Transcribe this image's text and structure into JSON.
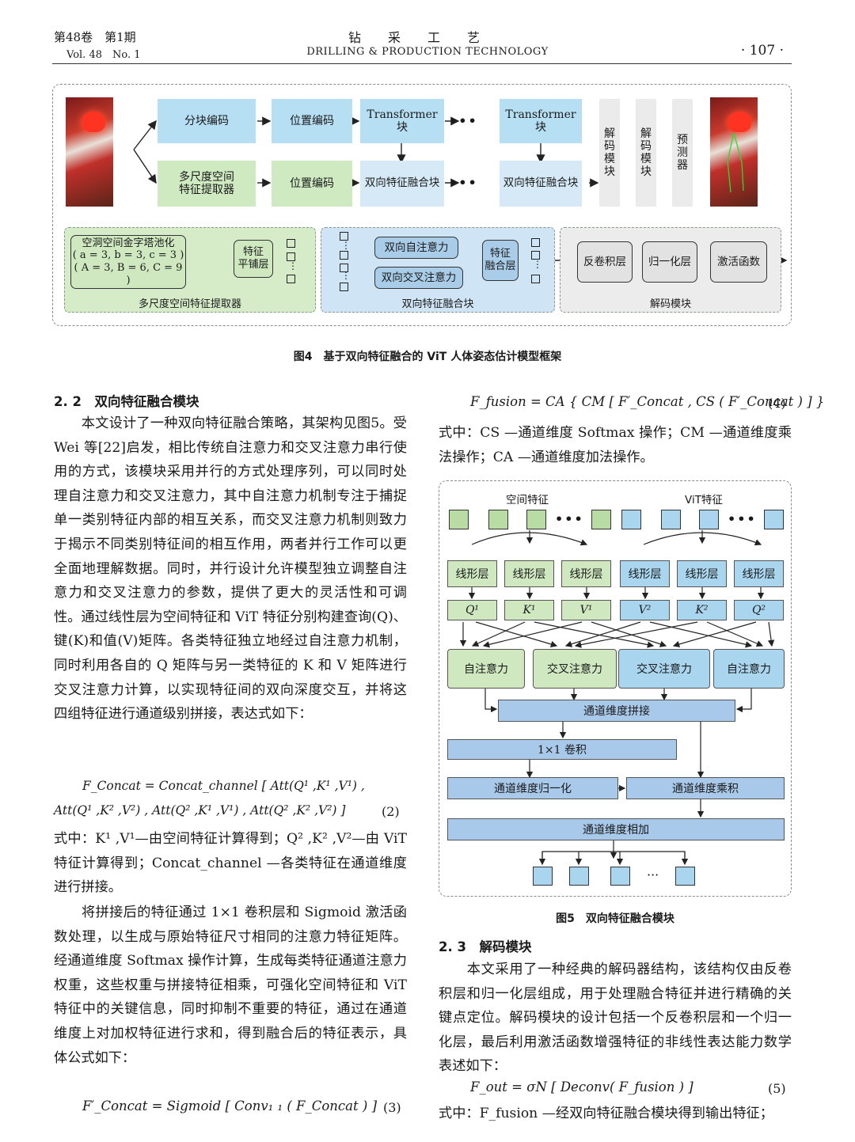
{
  "header": {
    "vol_cn": "第48卷　第1期",
    "vol_en": "Vol. 48　No. 1",
    "journal_cn": "钻采工艺",
    "journal_en": "DRILLING & PRODUCTION TECHNOLOGY",
    "page": "· 107 ·"
  },
  "fig4": {
    "top_row": [
      "分块编码",
      "位置编码",
      "Transformer 块",
      "Transformer 块"
    ],
    "bottom_row": [
      "多尺度空间\n特征提取器",
      "位置编码",
      "双向特征融合块",
      "双向特征融合块"
    ],
    "decoders": [
      "解\n码\n模\n块",
      "解\n码\n模\n块",
      "预\n测\n器"
    ],
    "dots": "•••",
    "panel1_box": "空洞空间金字塔池化\n( a = 3, b = 3, c = 3 )\n( A = 3, B = 6, C = 9 )",
    "panel1_flat": "特征\n平铺层",
    "panel1_label": "多尺度空间特征提取器",
    "panel2_self": "双向自注意力",
    "panel2_cross": "双向交叉注意力",
    "panel2_flat": "特征\n融合层",
    "panel2_label": "双向特征融合块",
    "panel3_boxes": [
      "反卷积层",
      "归一化层",
      "激活函数"
    ],
    "panel3_label": "解码模块",
    "caption": "图4　基于双向特征融合的 ViT 人体姿态估计模型框架"
  },
  "left": {
    "sec22": "2. 2　双向特征融合模块",
    "p1": "　　本文设计了一种双向特征融合策略，其架构见图5。受 Wei 等[22]启发，相比传统自注意力和交叉注意力串行使用的方式，该模块采用并行的方式处理序列，可以同时处理自注意力和交叉注意力，其中自注意力机制专注于捕捉单一类别特征内部的相互关系，而交叉注意力机制则致力于揭示不同类别特征间的相互作用，两者并行工作可以更全面地理解数据。同时，并行设计允许模型独立调整自注意力和交叉注意力的参数，提供了更大的灵活性和可调性。通过线性层为空间特征和 ViT 特征分别构建查询(Q)、键(K)和值(V)矩阵。各类特征独立地经过自注意力机制，同时利用各自的 Q 矩阵与另一类特征的 K 和 V 矩阵进行交叉注意力计算，以实现特征间的双向深度交互，并将这四组特征进行通道级别拼接，表达式如下：",
    "eq2_line1": "F_Concat = Concat_channel [ Att(Q¹ ,K¹ ,V¹) ,",
    "eq2_line2": "Att(Q¹ ,K² ,V²) , Att(Q² ,K¹ ,V¹) , Att(Q² ,K² ,V²) ]",
    "eq2_num": "(2)",
    "p2": "式中：K¹ ,V¹—由空间特征计算得到；Q² ,K² ,V²—由 ViT 特征计算得到；Concat_channel —各类特征在通道维度进行拼接。",
    "p3": "　　将拼接后的特征通过 1×1 卷积层和 Sigmoid 激活函数处理，以生成与原始特征尺寸相同的注意力特征矩阵。经通道维度 Softmax 操作计算，生成每类特征通道注意力权重，这些权重与拼接特征相乘，可强化空间特征和 ViT 特征中的关键信息，同时抑制不重要的特征，通过在通道维度上对加权特征进行求和，得到融合后的特征表示，具体公式如下：",
    "eq3": "F′_Concat = Sigmoid [ Conv₁ ₁ ( F_Concat ) ]",
    "eq3_num": "(3)"
  },
  "right": {
    "eq4": "F_fusion = CA { CM [ F′_Concat , CS ( F′_Concat ) ] }",
    "eq4_num": "(4)",
    "p4": "式中：CS —通道维度 Softmax 操作；CM —通道维度乘法操作；CA —通道维度加法操作。",
    "fig5": {
      "label_spatial": "空间特征",
      "label_vit": "ViT特征",
      "dots": "•••",
      "linear": [
        "线形层",
        "线形层",
        "线形层",
        "线形层",
        "线形层",
        "线形层"
      ],
      "qkv": [
        "Q¹",
        "K¹",
        "V¹",
        "V²",
        "K²",
        "Q²"
      ],
      "attn": [
        "自注意力",
        "交叉注意力",
        "交叉注意力",
        "自注意力"
      ],
      "concat": "通道维度拼接",
      "conv": "1×1 卷积",
      "norm": "通道维度归一化",
      "mult": "通道维度乘积",
      "add": "通道维度相加",
      "out_dots": "···",
      "caption": "图5　双向特征融合模块"
    },
    "sec23": "2. 3　解码模块",
    "p5": "　　本文采用了一种经典的解码器结构，该结构仅由反卷积层和归一化层组成，用于处理融合特征并进行精确的关键点定位。解码模块的设计包括一个反卷积层和一个归一化层，最后利用激活函数增强特征的非线性表达能力数学表述如下：",
    "eq5": "F_out = σN [ Deconv( F_fusion ) ]",
    "eq5_num": "(5)",
    "p6": "式中：F_fusion —经双向特征融合模块得到输出特征；"
  },
  "colors": {
    "blue_box": "#b7dff4",
    "green_box": "#cfe9c1",
    "gray_box": "#ebebeb"
  }
}
